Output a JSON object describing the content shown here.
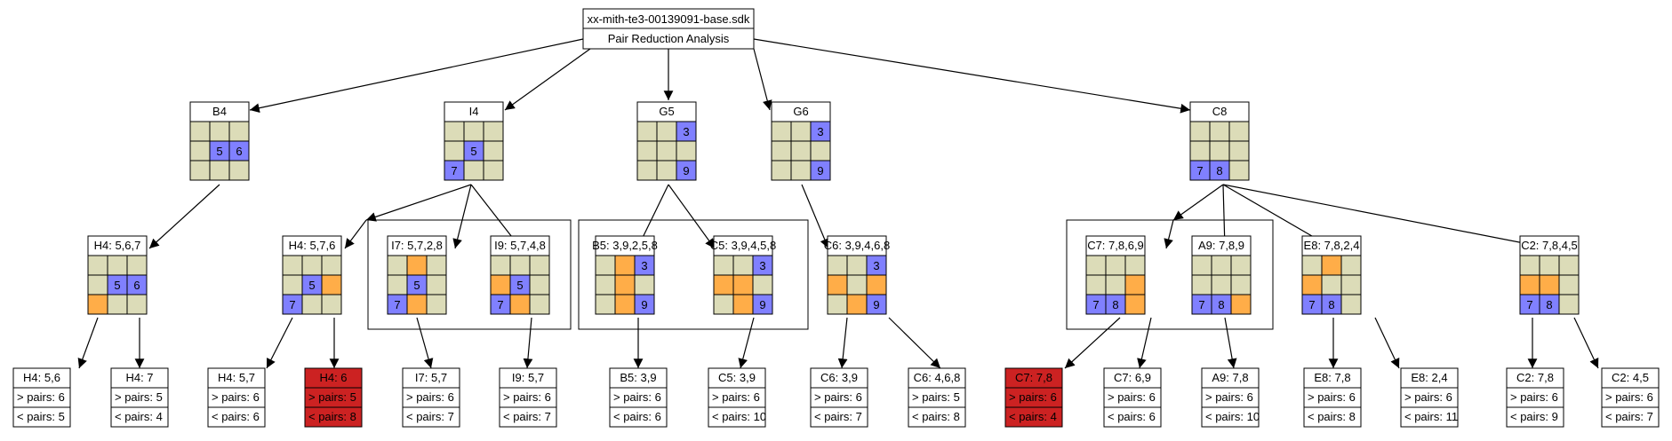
{
  "root": {
    "title": "xx-mith-te3-00139091-base.sdk",
    "subtitle": "Pair Reduction Analysis"
  },
  "colors": {
    "empty": "#dcdcb8",
    "given": "#8080ff",
    "pair": "#ffad48",
    "bad": "#cc2222",
    "line": "#000000"
  },
  "nodes": [
    {
      "id": "B4",
      "title": "B4",
      "grid": [
        "e",
        "e",
        "e",
        "e",
        "b5",
        "b6",
        "e",
        "e",
        "e"
      ]
    },
    {
      "id": "I4",
      "title": "I4",
      "grid": [
        "e",
        "e",
        "e",
        "e",
        "b5",
        "e",
        "b7",
        "e",
        "e"
      ]
    },
    {
      "id": "G5",
      "title": "G5",
      "grid": [
        "e",
        "e",
        "b3",
        "e",
        "e",
        "e",
        "e",
        "e",
        "b9"
      ]
    },
    {
      "id": "G6",
      "title": "G6",
      "grid": [
        "e",
        "e",
        "b3",
        "e",
        "e",
        "e",
        "e",
        "e",
        "b9"
      ]
    },
    {
      "id": "C8",
      "title": "C8",
      "grid": [
        "e",
        "e",
        "e",
        "e",
        "e",
        "e",
        "b7",
        "b8",
        "e"
      ]
    },
    {
      "id": "H4a",
      "title": "H4: 5,6,7",
      "grid": [
        "e",
        "e",
        "e",
        "e",
        "b5",
        "b6",
        "o",
        "e",
        "e"
      ]
    },
    {
      "id": "H4b",
      "title": "H4: 5,7,6",
      "grid": [
        "e",
        "e",
        "e",
        "e",
        "b5",
        "o",
        "b7",
        "e",
        "e"
      ]
    },
    {
      "id": "I7",
      "title": "I7: 5,7,2,8",
      "grid": [
        "e",
        "o",
        "e",
        "e",
        "b5",
        "e",
        "b7",
        "o",
        "e"
      ]
    },
    {
      "id": "I9",
      "title": "I9: 5,7,4,8",
      "grid": [
        "e",
        "e",
        "e",
        "o",
        "b5",
        "e",
        "b7",
        "o",
        "e"
      ]
    },
    {
      "id": "B5",
      "title": "B5: 3,9,2,5,8",
      "grid": [
        "e",
        "o",
        "b3",
        "e",
        "o",
        "e",
        "e",
        "o",
        "b9"
      ]
    },
    {
      "id": "C5",
      "title": "C5: 3,9,4,5,8",
      "grid": [
        "e",
        "e",
        "b3",
        "o",
        "o",
        "e",
        "e",
        "o",
        "b9"
      ]
    },
    {
      "id": "C6",
      "title": "C6: 3,9,4,6,8",
      "grid": [
        "e",
        "e",
        "b3",
        "o",
        "e",
        "o",
        "e",
        "o",
        "b9"
      ]
    },
    {
      "id": "C7",
      "title": "C7: 7,8,6,9",
      "grid": [
        "e",
        "e",
        "e",
        "e",
        "e",
        "o",
        "b7",
        "b8",
        "o"
      ]
    },
    {
      "id": "A9",
      "title": "A9: 7,8,9",
      "grid": [
        "e",
        "e",
        "e",
        "e",
        "e",
        "e",
        "b7",
        "b8",
        "o"
      ]
    },
    {
      "id": "E8",
      "title": "E8: 7,8,2,4",
      "grid": [
        "e",
        "o",
        "e",
        "o",
        "e",
        "e",
        "b7",
        "b8",
        "e"
      ]
    },
    {
      "id": "C2",
      "title": "C2: 7,8,4,5",
      "grid": [
        "e",
        "e",
        "e",
        "o",
        "o",
        "e",
        "b7",
        "b8",
        "e"
      ]
    }
  ],
  "leaves": [
    {
      "title": "H4: 5,6",
      "gt": "> pairs: 6",
      "lt": "< pairs: 5",
      "bad": false
    },
    {
      "title": "H4: 7",
      "gt": "> pairs: 5",
      "lt": "< pairs: 4",
      "bad": false
    },
    {
      "title": "H4: 5,7",
      "gt": "> pairs: 6",
      "lt": "< pairs: 6",
      "bad": false
    },
    {
      "title": "H4: 6",
      "gt": "> pairs: 5",
      "lt": "< pairs: 8",
      "bad": true
    },
    {
      "title": "I7: 5,7",
      "gt": "> pairs: 6",
      "lt": "< pairs: 7",
      "bad": false
    },
    {
      "title": "I9: 5,7",
      "gt": "> pairs: 6",
      "lt": "< pairs: 7",
      "bad": false
    },
    {
      "title": "B5: 3,9",
      "gt": "> pairs: 6",
      "lt": "< pairs: 6",
      "bad": false
    },
    {
      "title": "C5: 3,9",
      "gt": "> pairs: 6",
      "lt": "< pairs: 10",
      "bad": false
    },
    {
      "title": "C6: 3,9",
      "gt": "> pairs: 6",
      "lt": "< pairs: 7",
      "bad": false
    },
    {
      "title": "C6: 4,6,8",
      "gt": "> pairs: 5",
      "lt": "< pairs: 8",
      "bad": false
    },
    {
      "title": "C7: 7,8",
      "gt": "> pairs: 6",
      "lt": "< pairs: 4",
      "bad": true
    },
    {
      "title": "C7: 6,9",
      "gt": "> pairs: 6",
      "lt": "< pairs: 6",
      "bad": false
    },
    {
      "title": "A9: 7,8",
      "gt": "> pairs: 6",
      "lt": "< pairs: 10",
      "bad": false
    },
    {
      "title": "E8: 7,8",
      "gt": "> pairs: 6",
      "lt": "< pairs: 8",
      "bad": false
    },
    {
      "title": "E8: 2,4",
      "gt": "> pairs: 6",
      "lt": "< pairs: 11",
      "bad": false
    },
    {
      "title": "C2: 7,8",
      "gt": "> pairs: 6",
      "lt": "< pairs: 9",
      "bad": false
    },
    {
      "title": "C2: 4,5",
      "gt": "> pairs: 6",
      "lt": "< pairs: 7",
      "bad": false
    }
  ]
}
